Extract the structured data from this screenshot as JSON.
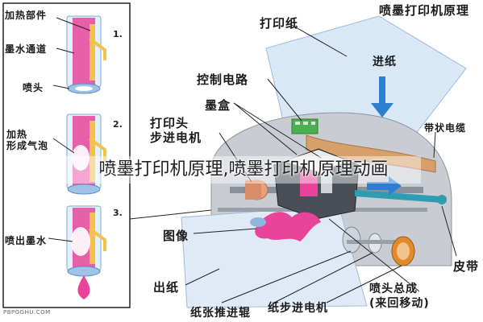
{
  "title": "喷墨打印机原理",
  "overlay_caption": "喷墨打印机原理,喷墨打印机原理动画",
  "watermark": "PBPGGHU.COM",
  "inset": {
    "labels": {
      "heater": "加热部件",
      "ink_channel": "墨水通道",
      "nozzle": "喷头",
      "heat_bubble": "加热\n形成气泡",
      "eject": "喷出墨水"
    },
    "steps": [
      "1.",
      "2.",
      "3."
    ]
  },
  "main": {
    "labels": {
      "print_paper": "打印纸",
      "paper_in": "进纸",
      "control_circuit": "控制电路",
      "ink_cartridge": "墨盒",
      "head_stepper": "打印头\n步进电机",
      "belt": "带状电缆",
      "image": "图像",
      "paper_out": "出纸",
      "feed_roller": "纸张推进辊",
      "feed_stepper": "纸步进电机",
      "head_travel": "喷头总成\n(来回移动)",
      "drive_belt": "皮带"
    }
  },
  "colors": {
    "frame": "#222222",
    "ink_magenta": "#e8449a",
    "tube_blue": "#9fc3e6",
    "heater_yellow": "#f2c14e",
    "paper_blue": "#d8e8f7",
    "printer_grey": "#c9cdd3",
    "arrow_blue": "#2f7fd0"
  }
}
